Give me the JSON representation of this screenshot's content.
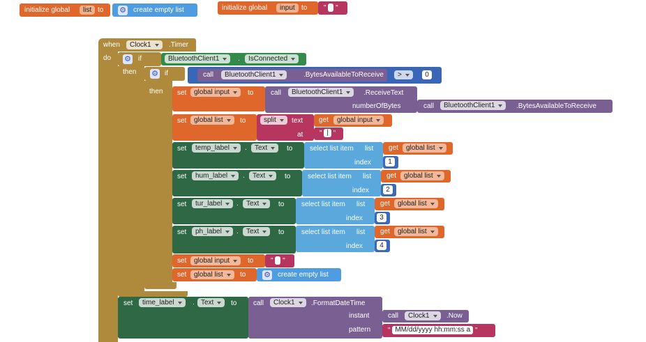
{
  "init1": {
    "initialize": "initialize global",
    "name": "list",
    "to": "to",
    "create_empty_list": "create empty list"
  },
  "init2": {
    "initialize": "initialize global",
    "name": "input",
    "to": "to",
    "quote_open": "\"",
    "quote_close": "\""
  },
  "timer": {
    "when": "when",
    "component": "Clock1",
    "event": ".Timer",
    "do": "do"
  },
  "if1": {
    "if": "if",
    "then": "then",
    "component": "BluetoothClient1",
    "property": "IsConnected"
  },
  "if2": {
    "if": "if",
    "then": "then",
    "call": "call",
    "component": "BluetoothClient1",
    "method": ".BytesAvailableToReceive",
    "op": ">",
    "value": "0"
  },
  "set_input": {
    "set": "set",
    "var": "global input",
    "to": "to",
    "call": "call",
    "component": "BluetoothClient1",
    "method": ".ReceiveText",
    "param": "numberOfBytes",
    "call2": "call",
    "component2": "BluetoothClient1",
    "method2": ".BytesAvailableToReceive"
  },
  "set_list": {
    "set": "set",
    "var": "global list",
    "to": "to",
    "split": "split",
    "text": "text",
    "get": "get",
    "get_var": "global input",
    "at": "at",
    "quote_open": "\"",
    "sep": "|",
    "quote_close": "\""
  },
  "label_sets": [
    {
      "set": "set",
      "component": "temp_label",
      "prop": "Text",
      "to": "to",
      "select": "select list item",
      "list": "list",
      "get": "get",
      "get_var": "global list",
      "index_label": "index",
      "index": "1"
    },
    {
      "set": "set",
      "component": "hum_label",
      "prop": "Text",
      "to": "to",
      "select": "select list item",
      "list": "list",
      "get": "get",
      "get_var": "global list",
      "index_label": "index",
      "index": "2"
    },
    {
      "set": "set",
      "component": "tur_label",
      "prop": "Text",
      "to": "to",
      "select": "select list item",
      "list": "list",
      "get": "get",
      "get_var": "global list",
      "index_label": "index",
      "index": "3"
    },
    {
      "set": "set",
      "component": "ph_label",
      "prop": "Text",
      "to": "to",
      "select": "select list item",
      "list": "list",
      "get": "get",
      "get_var": "global list",
      "index_label": "index",
      "index": "4"
    }
  ],
  "reset_input": {
    "set": "set",
    "var": "global input",
    "to": "to",
    "quote_open": "\"",
    "quote_close": "\""
  },
  "reset_list": {
    "set": "set",
    "var": "global list",
    "to": "to",
    "create_empty_list": "create empty list"
  },
  "time_set": {
    "set": "set",
    "component": "time_label",
    "prop": "Text",
    "to": "to",
    "call": "call",
    "clock": "Clock1",
    "method": ".FormatDateTime",
    "instant": "instant",
    "call2": "call",
    "clock2": "Clock1",
    "now": ".Now",
    "pattern": "pattern",
    "quote_open": "\"",
    "pattern_value": "MM/dd/yyyy hh:mm:ss a",
    "quote_close": "\""
  }
}
